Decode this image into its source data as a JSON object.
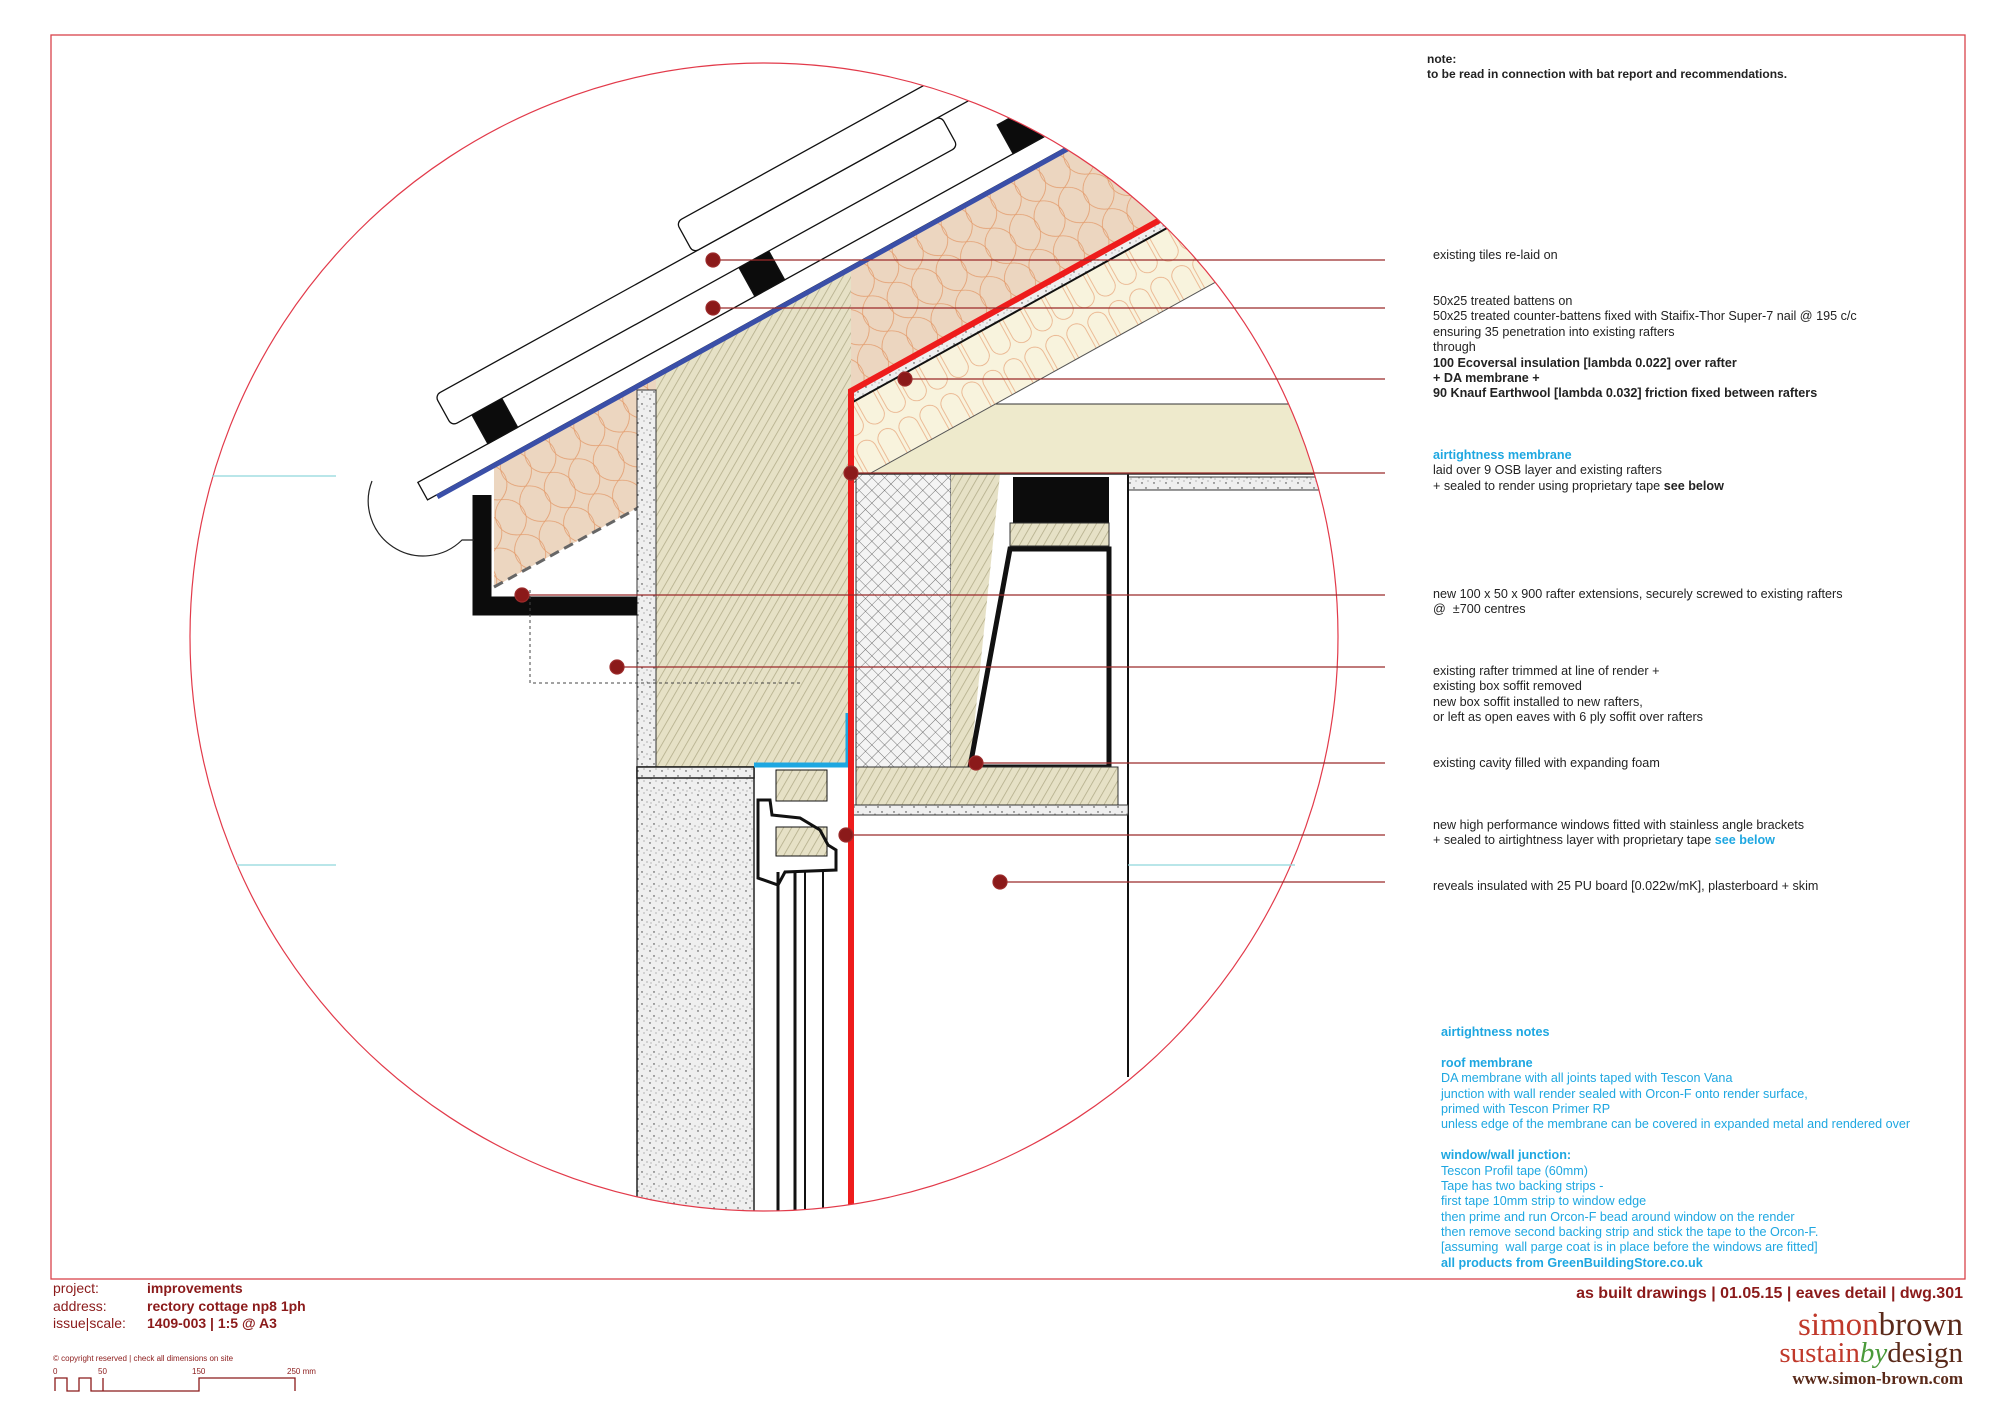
{
  "note": {
    "label": "note:",
    "text": "to be read in connection with bat report and recommendations."
  },
  "annotations": [
    {
      "lines": [
        "existing tiles re-laid on"
      ]
    },
    {
      "lines": [
        "50x25 treated battens on",
        "50x25 treated counter-battens fixed with Staifix-Thor Super-7 nail @ 195 c/c",
        "ensuring 35 penetration into existing rafters",
        "through"
      ],
      "bold_lines": [
        "100 Ecoversal insulation [lambda 0.022] over rafter",
        "+ DA membrane +",
        "90 Knauf Earthwool [lambda 0.032] friction fixed between rafters"
      ]
    },
    {
      "heading": "airtightness membrane",
      "lines": [
        "laid over 9 OSB layer and existing rafters",
        "+ sealed to render using proprietary tape "
      ],
      "suffix": "see below"
    },
    {
      "lines": [
        "new 100 x 50 x 900 rafter extensions, securely screwed to existing rafters",
        "@  ±700 centres"
      ]
    },
    {
      "lines": [
        "existing rafter trimmed at line of render +",
        "existing box soffit removed",
        "new box soffit installed to new rafters,",
        "or left as open eaves with 6 ply soffit over rafters"
      ]
    },
    {
      "lines": [
        "existing cavity filled with expanding foam"
      ]
    },
    {
      "lines": [
        "new high performance windows fitted with stainless angle brackets",
        "+ sealed to airtightness layer with proprietary tape "
      ],
      "suffix": "see below"
    },
    {
      "lines": [
        "reveals insulated with 25 PU board [0.022w/mK], plasterboard + skim"
      ]
    }
  ],
  "airtightness_notes": {
    "heading": "airtightness notes",
    "roof_heading": "roof membrane",
    "roof_lines": [
      "DA membrane with all joints taped with Tescon Vana",
      "junction with wall render sealed with Orcon-F onto render surface,",
      "primed with Tescon Primer RP",
      "unless edge of the membrane can be covered in expanded metal and rendered over"
    ],
    "window_heading": "window/wall junction:",
    "window_lines": [
      "Tescon Profil tape (60mm)",
      "Tape has two backing strips -",
      "first tape 10mm strip to window edge",
      "then prime and run Orcon-F bead around window on the render",
      "then remove second backing strip and stick the tape to the Orcon-F.",
      "[assuming  wall parge coat is in place before the windows are fitted]"
    ],
    "footer": "all products from GreenBuildingStore.co.uk"
  },
  "title_block": {
    "project_label": "project:",
    "project": "improvements",
    "address_label": "address:",
    "address": "rectory cottage np8 1ph",
    "issue_label": "issue|scale:",
    "issue": "1409-003 | 1:5 @ A3",
    "copyright": "© copyright reserved | check all dimensions on site",
    "drawing_info": "as built drawings | 01.05.15 | eaves detail | dwg.301"
  },
  "scale_bar": {
    "ticks": [
      "0",
      "50",
      "150",
      "250 mm"
    ]
  },
  "logo": {
    "simon": "simon",
    "brown": "brown",
    "sustain": "sustain",
    "by": "by",
    "design": "design",
    "url": "www.simon-brown.com"
  },
  "colors": {
    "frame": "#d9434b",
    "accent_cyan": "#1ea7e1",
    "title_red": "#8b1a1a",
    "airtight_red": "#ee1c1c",
    "membrane_blue": "#3a4fa8"
  }
}
